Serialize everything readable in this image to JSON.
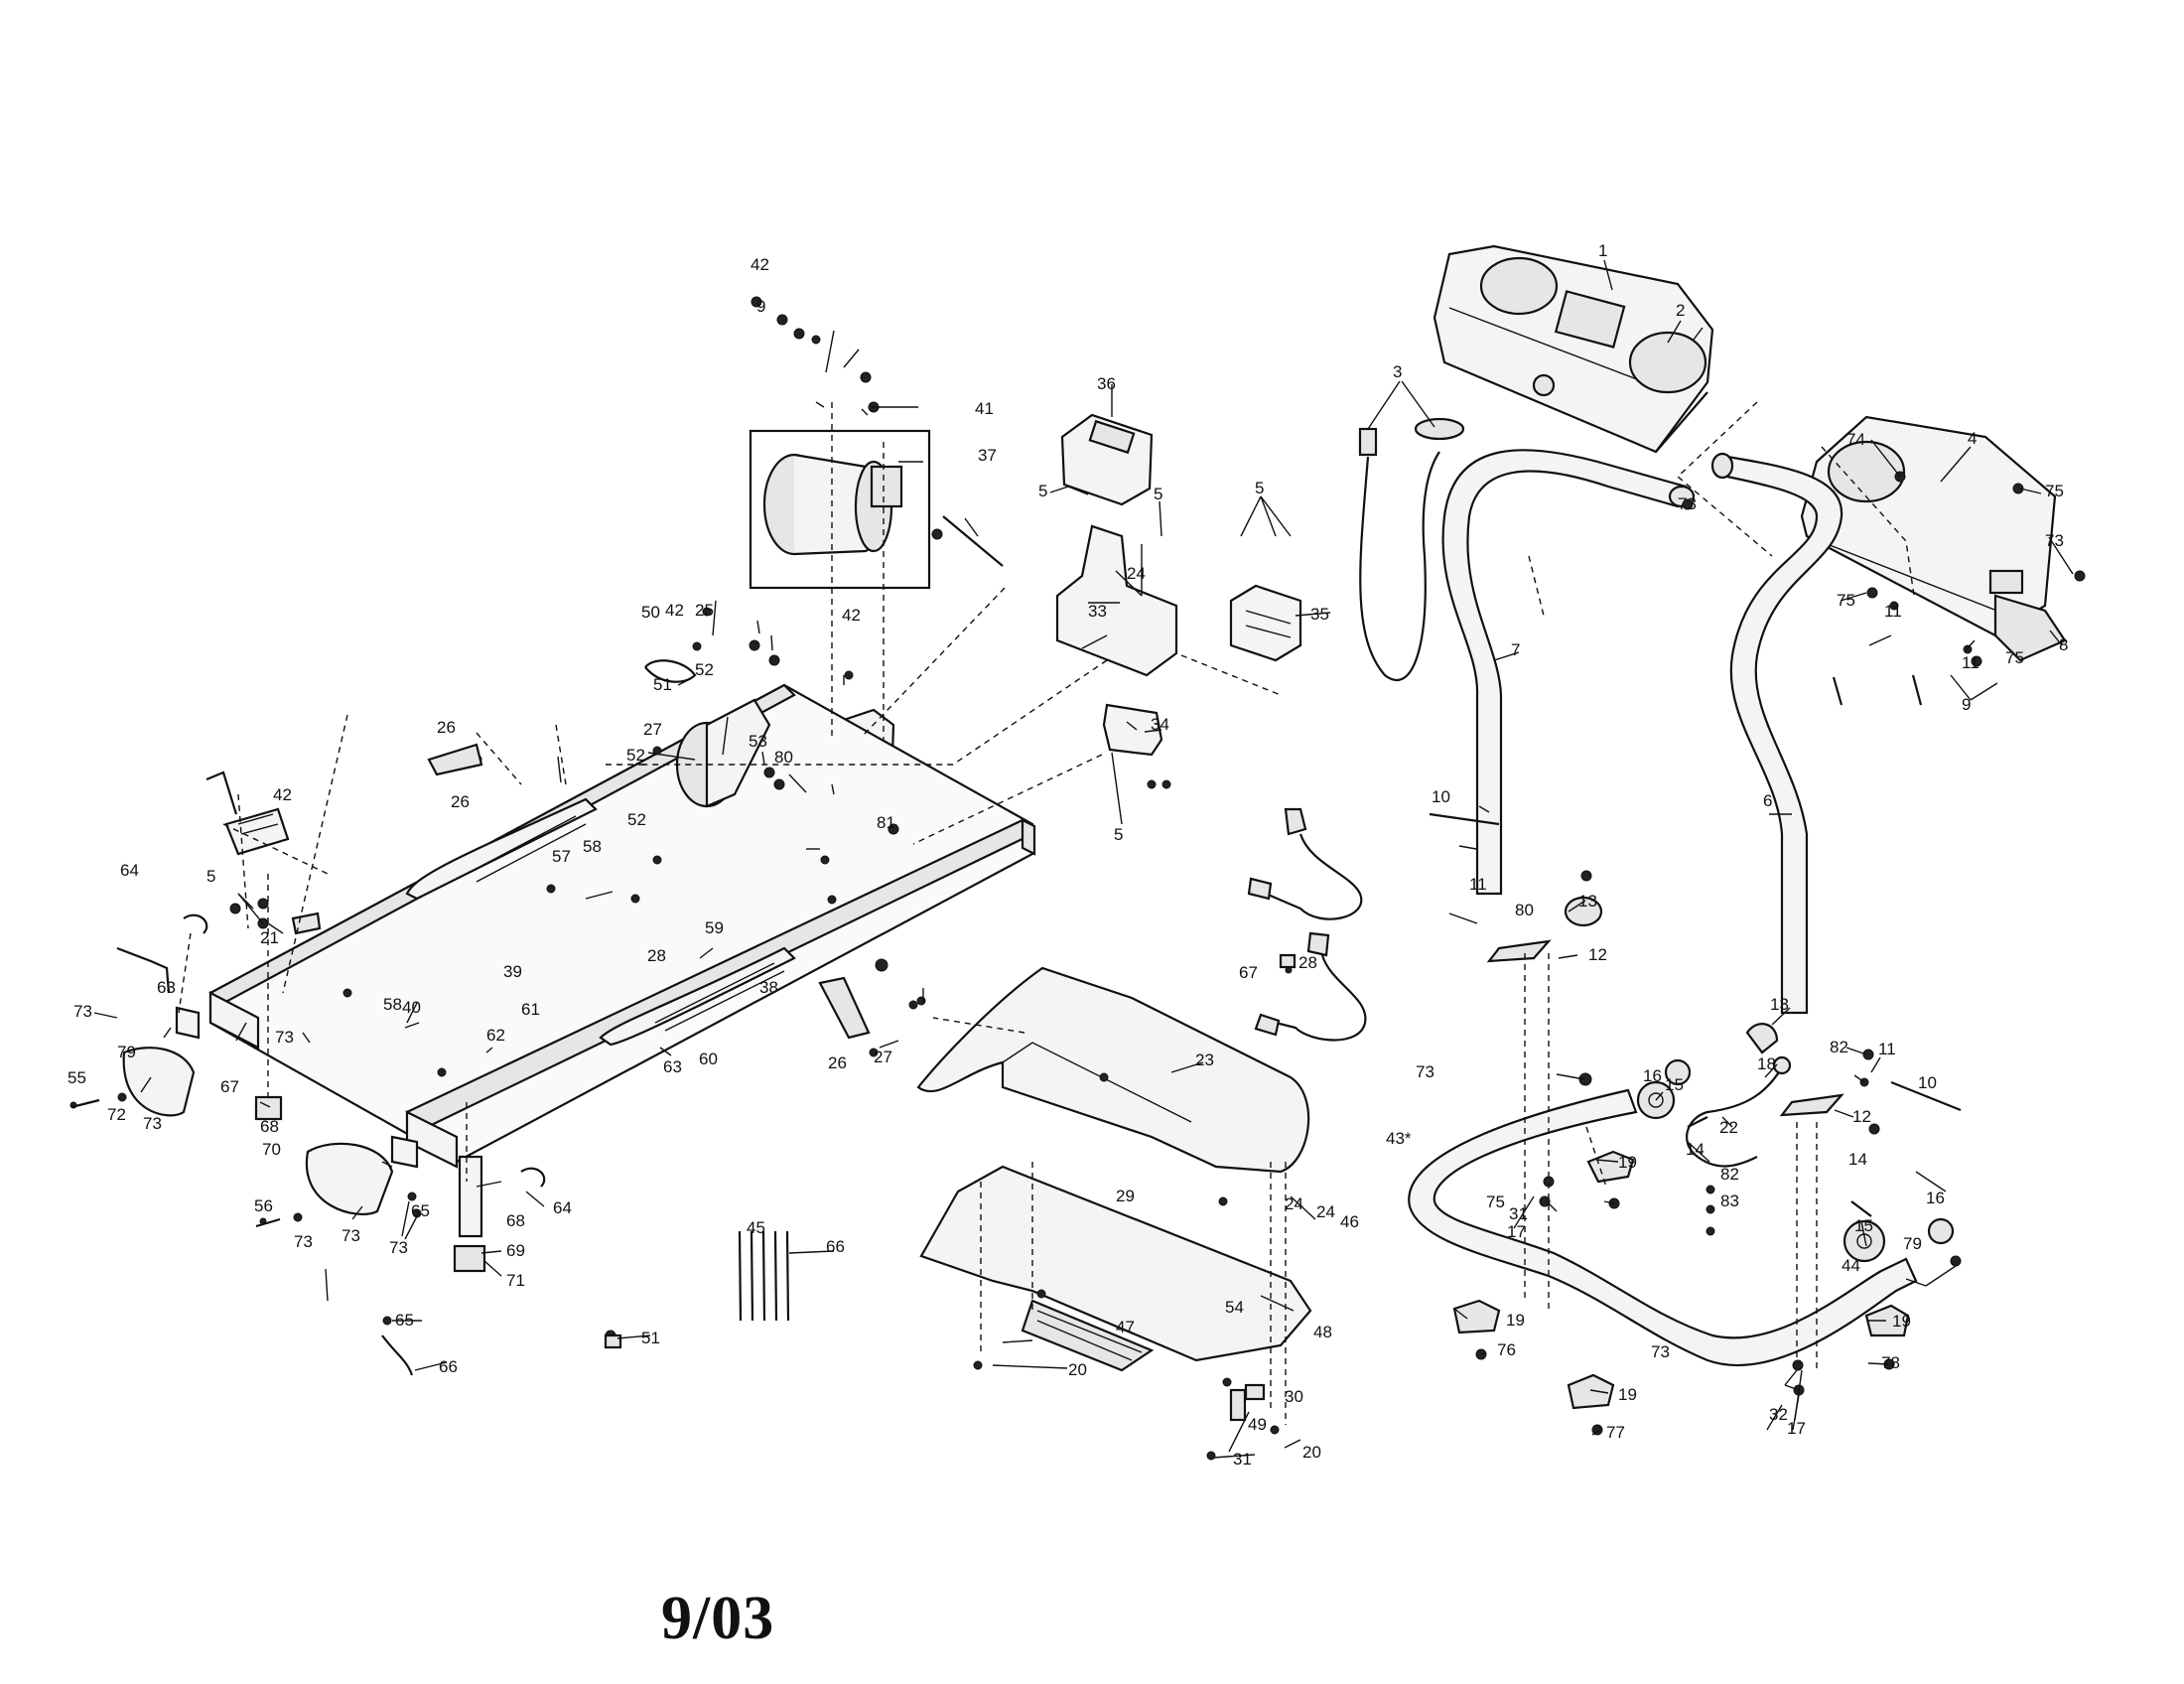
{
  "footer": {
    "date": "9/03"
  },
  "callouts": [
    {
      "id": "c1",
      "text": "1"
    },
    {
      "id": "c2",
      "text": "2"
    },
    {
      "id": "c3",
      "text": "3"
    },
    {
      "id": "c4",
      "text": "4"
    },
    {
      "id": "c5a",
      "text": "5"
    },
    {
      "id": "c5b",
      "text": "5"
    },
    {
      "id": "c5c",
      "text": "5"
    },
    {
      "id": "c5d",
      "text": "5"
    },
    {
      "id": "c5e",
      "text": "5"
    },
    {
      "id": "c6",
      "text": "6"
    },
    {
      "id": "c7",
      "text": "7"
    },
    {
      "id": "c8",
      "text": "8"
    },
    {
      "id": "c9a",
      "text": "9"
    },
    {
      "id": "c9b",
      "text": "9"
    },
    {
      "id": "c10a",
      "text": "10"
    },
    {
      "id": "c10b",
      "text": "10"
    },
    {
      "id": "c11a",
      "text": "11"
    },
    {
      "id": "c11b",
      "text": "11"
    },
    {
      "id": "c11c",
      "text": "11"
    },
    {
      "id": "c11d",
      "text": "11"
    },
    {
      "id": "c12a",
      "text": "12"
    },
    {
      "id": "c12b",
      "text": "12"
    },
    {
      "id": "c13a",
      "text": "13"
    },
    {
      "id": "c13b",
      "text": "13"
    },
    {
      "id": "c14a",
      "text": "14"
    },
    {
      "id": "c14b",
      "text": "14"
    },
    {
      "id": "c15a",
      "text": "15"
    },
    {
      "id": "c15b",
      "text": "15"
    },
    {
      "id": "c16a",
      "text": "16"
    },
    {
      "id": "c16b",
      "text": "16"
    },
    {
      "id": "c17a",
      "text": "17"
    },
    {
      "id": "c17b",
      "text": "17"
    },
    {
      "id": "c18",
      "text": "18"
    },
    {
      "id": "c19a",
      "text": "19"
    },
    {
      "id": "c19b",
      "text": "19"
    },
    {
      "id": "c19c",
      "text": "19"
    },
    {
      "id": "c19d",
      "text": "19"
    },
    {
      "id": "c20a",
      "text": "20"
    },
    {
      "id": "c20b",
      "text": "20"
    },
    {
      "id": "c21",
      "text": "21"
    },
    {
      "id": "c22",
      "text": "22"
    },
    {
      "id": "c23",
      "text": "23"
    },
    {
      "id": "c24a",
      "text": "24"
    },
    {
      "id": "c24b",
      "text": "24"
    },
    {
      "id": "c24c",
      "text": "24"
    },
    {
      "id": "c25",
      "text": "25"
    },
    {
      "id": "c26a",
      "text": "26"
    },
    {
      "id": "c26b",
      "text": "26"
    },
    {
      "id": "c26c",
      "text": "26"
    },
    {
      "id": "c27a",
      "text": "27"
    },
    {
      "id": "c27b",
      "text": "27"
    },
    {
      "id": "c28a",
      "text": "28"
    },
    {
      "id": "c28b",
      "text": "28"
    },
    {
      "id": "c29",
      "text": "29"
    },
    {
      "id": "c30",
      "text": "30"
    },
    {
      "id": "c31a",
      "text": "31"
    },
    {
      "id": "c31b",
      "text": "31"
    },
    {
      "id": "c32",
      "text": "32"
    },
    {
      "id": "c33",
      "text": "33"
    },
    {
      "id": "c34",
      "text": "34"
    },
    {
      "id": "c35",
      "text": "35"
    },
    {
      "id": "c36",
      "text": "36"
    },
    {
      "id": "c37",
      "text": "37"
    },
    {
      "id": "c38",
      "text": "38"
    },
    {
      "id": "c39",
      "text": "39"
    },
    {
      "id": "c40",
      "text": "40"
    },
    {
      "id": "c41",
      "text": "41"
    },
    {
      "id": "c42a",
      "text": "42"
    },
    {
      "id": "c42b",
      "text": "42"
    },
    {
      "id": "c42c",
      "text": "42"
    },
    {
      "id": "c42d",
      "text": "42"
    },
    {
      "id": "c43",
      "text": "43*"
    },
    {
      "id": "c44",
      "text": "44"
    },
    {
      "id": "c45",
      "text": "45"
    },
    {
      "id": "c46",
      "text": "46"
    },
    {
      "id": "c47",
      "text": "47"
    },
    {
      "id": "c48",
      "text": "48"
    },
    {
      "id": "c49",
      "text": "49"
    },
    {
      "id": "c50",
      "text": "50"
    },
    {
      "id": "c51a",
      "text": "51"
    },
    {
      "id": "c51b",
      "text": "51"
    },
    {
      "id": "c52a",
      "text": "52"
    },
    {
      "id": "c52b",
      "text": "52"
    },
    {
      "id": "c52c",
      "text": "52"
    },
    {
      "id": "c53",
      "text": "53"
    },
    {
      "id": "c54",
      "text": "54"
    },
    {
      "id": "c55",
      "text": "55"
    },
    {
      "id": "c56",
      "text": "56"
    },
    {
      "id": "c57",
      "text": "57"
    },
    {
      "id": "c58a",
      "text": "58"
    },
    {
      "id": "c58b",
      "text": "58"
    },
    {
      "id": "c59",
      "text": "59"
    },
    {
      "id": "c60",
      "text": "60"
    },
    {
      "id": "c61",
      "text": "61"
    },
    {
      "id": "c62",
      "text": "62"
    },
    {
      "id": "c63a",
      "text": "63"
    },
    {
      "id": "c63b",
      "text": "63"
    },
    {
      "id": "c64a",
      "text": "64"
    },
    {
      "id": "c64b",
      "text": "64"
    },
    {
      "id": "c65a",
      "text": "65"
    },
    {
      "id": "c65b",
      "text": "65"
    },
    {
      "id": "c66a",
      "text": "66"
    },
    {
      "id": "c66b",
      "text": "66"
    },
    {
      "id": "c67a",
      "text": "67"
    },
    {
      "id": "c67b",
      "text": "67"
    },
    {
      "id": "c68a",
      "text": "68"
    },
    {
      "id": "c68b",
      "text": "68"
    },
    {
      "id": "c69",
      "text": "69"
    },
    {
      "id": "c70",
      "text": "70"
    },
    {
      "id": "c71",
      "text": "71"
    },
    {
      "id": "c72",
      "text": "72"
    },
    {
      "id": "c73a",
      "text": "73"
    },
    {
      "id": "c73b",
      "text": "73"
    },
    {
      "id": "c73c",
      "text": "73"
    },
    {
      "id": "c73d",
      "text": "73"
    },
    {
      "id": "c73e",
      "text": "73"
    },
    {
      "id": "c73f",
      "text": "73"
    },
    {
      "id": "c73g",
      "text": "73"
    },
    {
      "id": "c73h",
      "text": "73"
    },
    {
      "id": "c73i",
      "text": "73"
    },
    {
      "id": "c73j",
      "text": "73"
    },
    {
      "id": "c74",
      "text": "74"
    },
    {
      "id": "c75a",
      "text": "75"
    },
    {
      "id": "c75b",
      "text": "75"
    },
    {
      "id": "c75c",
      "text": "75"
    },
    {
      "id": "c75d",
      "text": "75"
    },
    {
      "id": "c76",
      "text": "76"
    },
    {
      "id": "c77",
      "text": "77"
    },
    {
      "id": "c78",
      "text": "78"
    },
    {
      "id": "c79a",
      "text": "79"
    },
    {
      "id": "c79b",
      "text": "79"
    },
    {
      "id": "c80a",
      "text": "80"
    },
    {
      "id": "c80b",
      "text": "80"
    },
    {
      "id": "c81",
      "text": "81"
    },
    {
      "id": "c82a",
      "text": "82"
    },
    {
      "id": "c82b",
      "text": "82"
    },
    {
      "id": "c83",
      "text": "83"
    }
  ]
}
